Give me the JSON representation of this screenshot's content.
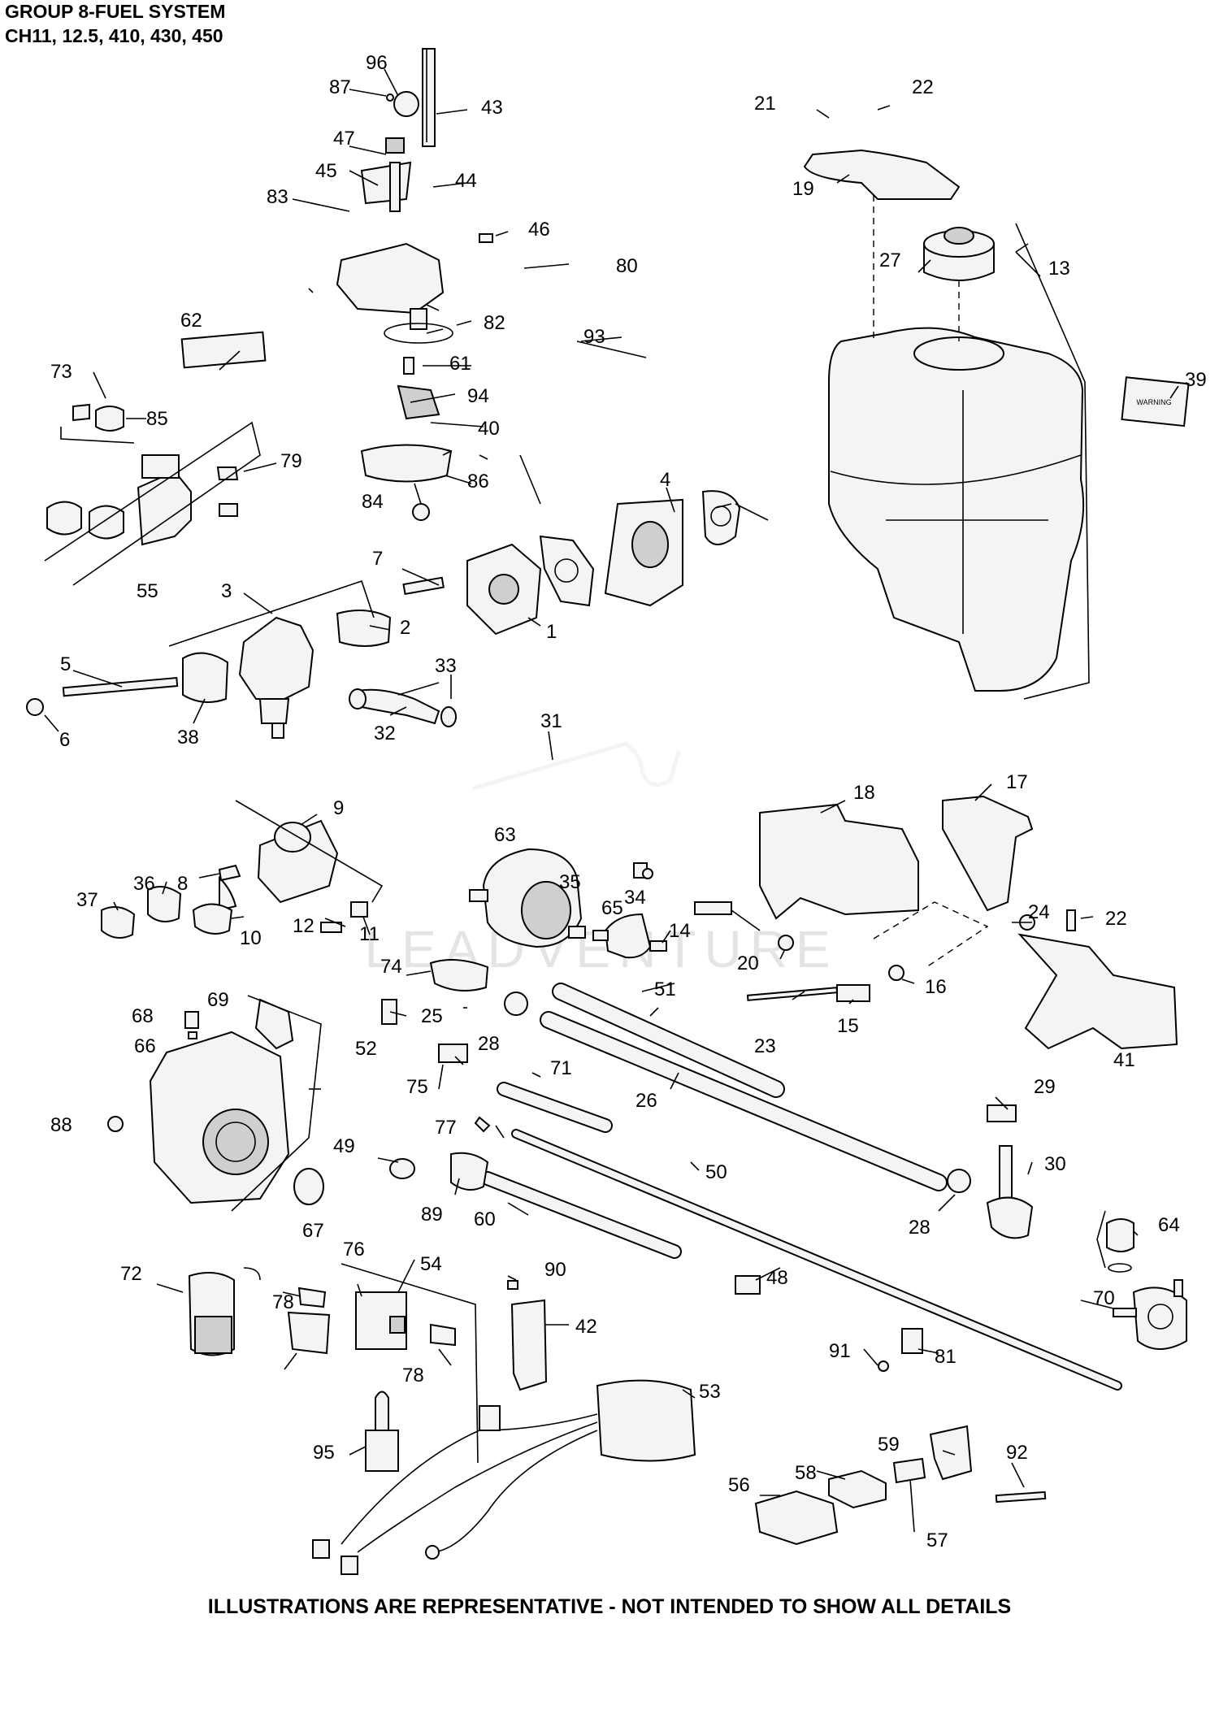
{
  "header": {
    "title": "GROUP 8-FUEL SYSTEM",
    "models": "CH11, 12.5, 410, 430, 450"
  },
  "footer": {
    "note": "ILLUSTRATIONS ARE REPRESENTATIVE - NOT INTENDED TO SHOW ALL DETAILS"
  },
  "watermark": {
    "text": "LEADVENTURE"
  },
  "warning_label": {
    "text": "WARNING"
  },
  "callouts": [
    "1",
    "2",
    "3",
    "4",
    "5",
    "6",
    "7",
    "8",
    "9",
    "10",
    "11",
    "12",
    "13",
    "14",
    "15",
    "16",
    "17",
    "18",
    "19",
    "20",
    "21",
    "22",
    "23",
    "24",
    "25",
    "26",
    "27",
    "28",
    "29",
    "30",
    "31",
    "32",
    "33",
    "34",
    "35",
    "36",
    "37",
    "38",
    "39",
    "40",
    "41",
    "42",
    "43",
    "44",
    "45",
    "46",
    "47",
    "48",
    "49",
    "50",
    "51",
    "52",
    "53",
    "54",
    "55",
    "56",
    "57",
    "58",
    "59",
    "60",
    "61",
    "62",
    "63",
    "64",
    "65",
    "66",
    "67",
    "68",
    "69",
    "70",
    "71",
    "72",
    "73",
    "74",
    "75",
    "76",
    "77",
    "78",
    "79",
    "80",
    "81",
    "82",
    "83",
    "84",
    "85",
    "86",
    "87",
    "88",
    "89",
    "90",
    "91",
    "92",
    "93",
    "94",
    "95",
    "96"
  ]
}
